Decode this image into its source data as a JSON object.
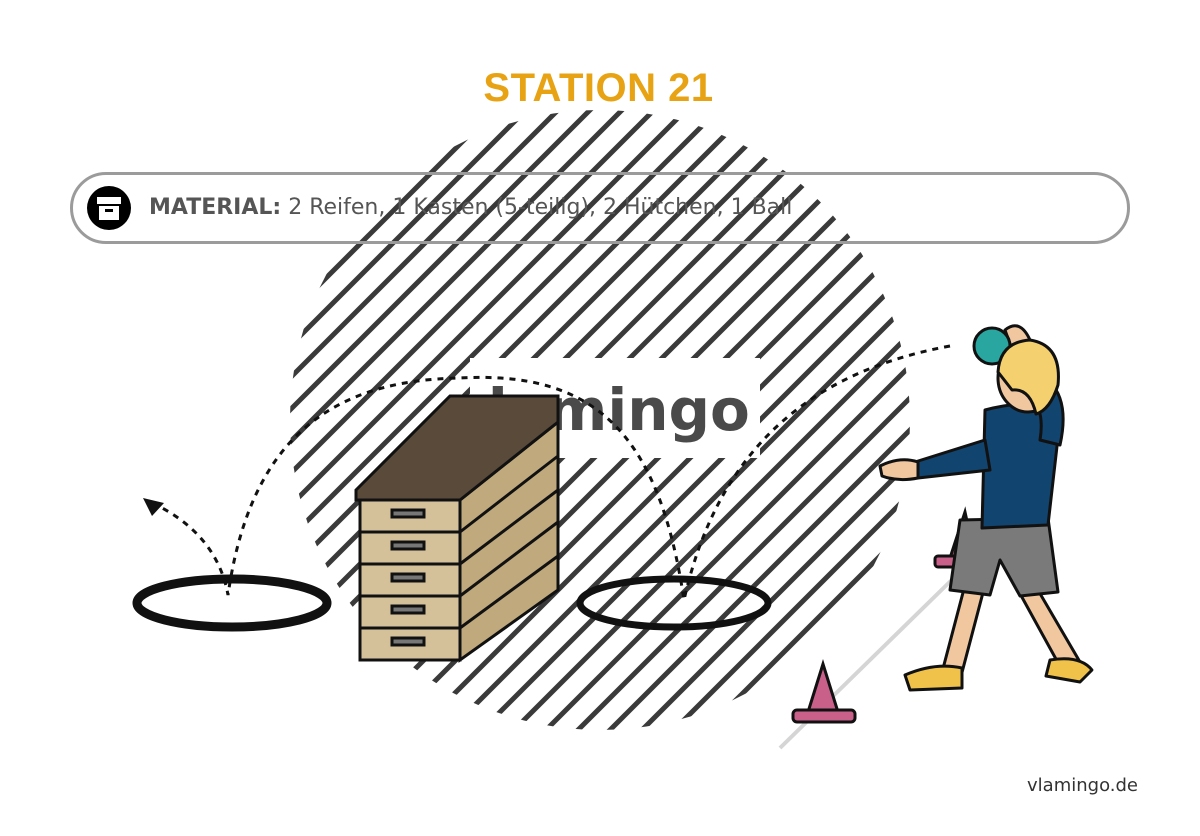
{
  "station": {
    "title": "STATION 21",
    "title_color": "#e8a314"
  },
  "material": {
    "icon": "archive-box-icon",
    "label": "MATERIAL:",
    "items": "2 Reifen, 1 Kasten (5-teilig), 2 Hütchen, 1 Ball"
  },
  "illustration": {
    "watermark": "vlamingo",
    "box_color": "#c9b48c",
    "box_top_color": "#5a4a3a",
    "cone_color": "#c9608a",
    "shirt_color": "#11446f",
    "shorts_color": "#7a7a7a",
    "ball_color": "#2aa6a0",
    "hair_color": "#f4d06f"
  },
  "footer": {
    "site": "vlamingo.de"
  }
}
